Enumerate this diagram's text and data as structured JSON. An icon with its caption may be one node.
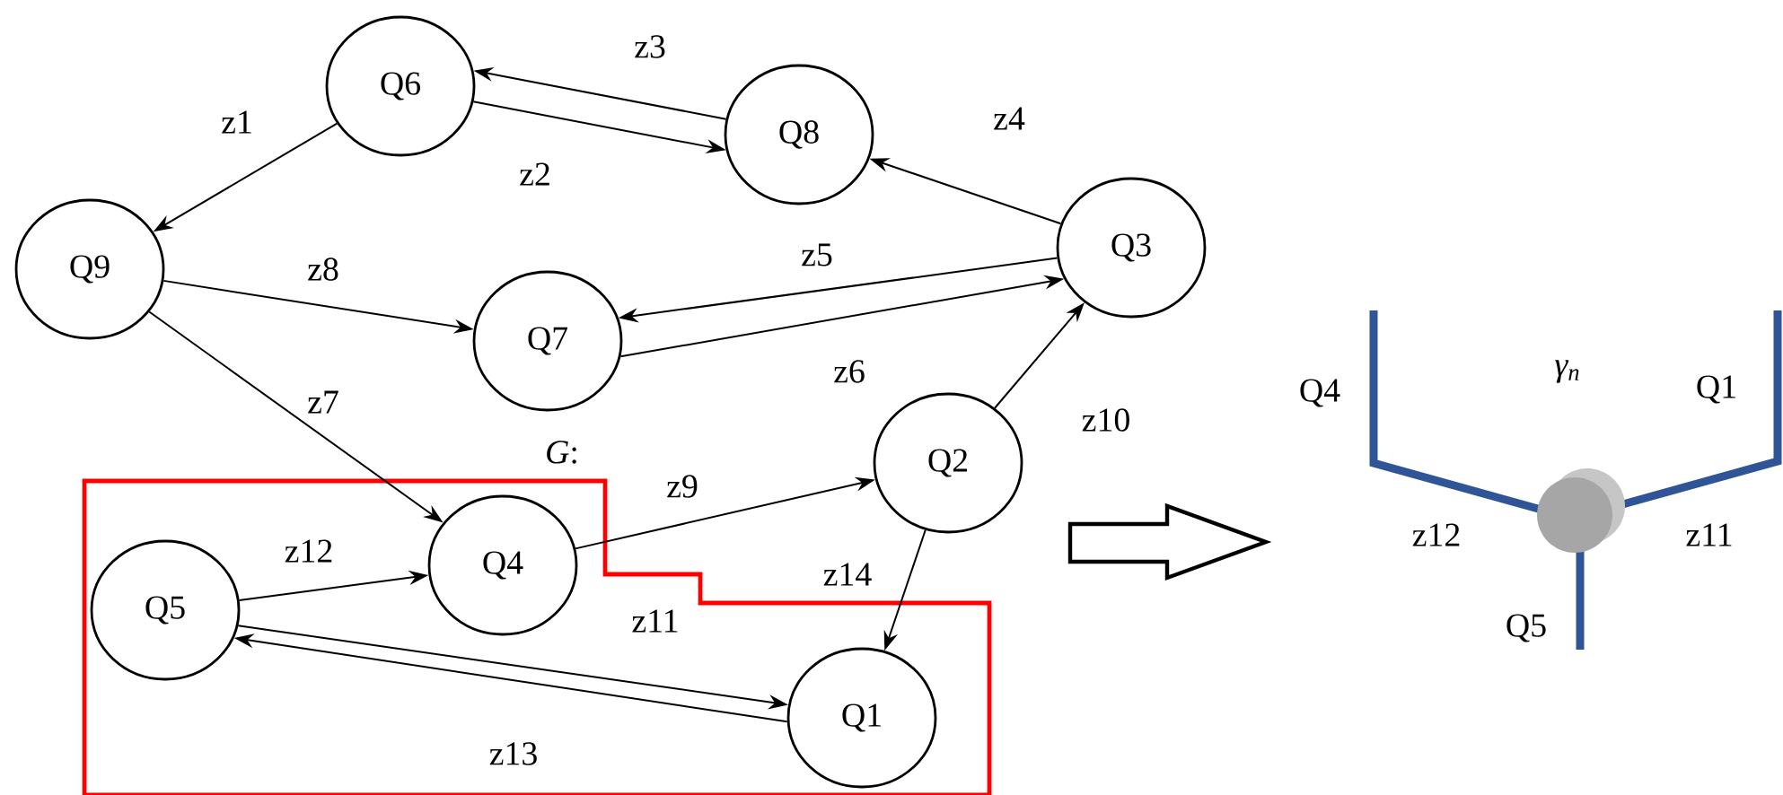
{
  "diagram": {
    "nodes": [
      {
        "text": [
          "*G*:"
        ]
      },
      {
        "text": [
          "Q6"
        ]
      },
      {
        "text": [
          "Q8"
        ]
      },
      {
        "text": [
          "Q9"
        ]
      },
      {
        "text": [
          "Q3"
        ]
      },
      {
        "text": [
          "Q7"
        ]
      },
      {
        "text": [
          "Q2"
        ]
      },
      {
        "text": [
          "Q4"
        ],
        "in": 0
      },
      {
        "text": [
          "Q5"
        ],
        "in": 0
      },
      {
        "text": [
          "Q1"
        ],
        "in": 0
      }
    ],
    "edges": [
      {
        "from": 1,
        "to": 3,
        "arrow": "to",
        "label": "z1"
      },
      {
        "from": 1,
        "to": 2,
        "arrow": "to",
        "label": "z2"
      },
      {
        "from": 2,
        "to": 1,
        "arrow": "to",
        "label": "z3"
      },
      {
        "from": 4,
        "to": 2,
        "arrow": "to",
        "label": "z4"
      },
      {
        "from": 4,
        "to": 5,
        "arrow": "to",
        "label": "z5"
      },
      {
        "from": 5,
        "to": 4,
        "arrow": "to",
        "label": "z6"
      },
      {
        "from": 3,
        "to": 5,
        "arrow": "to",
        "label": "z8"
      },
      {
        "from": 3,
        "to": 7,
        "arrow": "to",
        "label": "z7"
      },
      {
        "from": 7,
        "to": 6,
        "arrow": "to",
        "label": "z9"
      },
      {
        "from": 6,
        "to": 4,
        "arrow": "to",
        "label": "z10"
      },
      {
        "from": 6,
        "to": 9,
        "arrow": "to",
        "label": "z14"
      },
      {
        "from": 8,
        "to": 7,
        "arrow": "to",
        "label": "z12"
      },
      {
        "from": 8,
        "to": 9,
        "arrow": "to",
        "label": "z11"
      },
      {
        "from": 9,
        "to": 8,
        "arrow": "to",
        "label": "z13"
      }
    ],
    "labels": [
      "Q4",
      "γ$_{n}$",
      "Q1",
      "z12",
      "z11",
      "Q5"
    ]
  }
}
